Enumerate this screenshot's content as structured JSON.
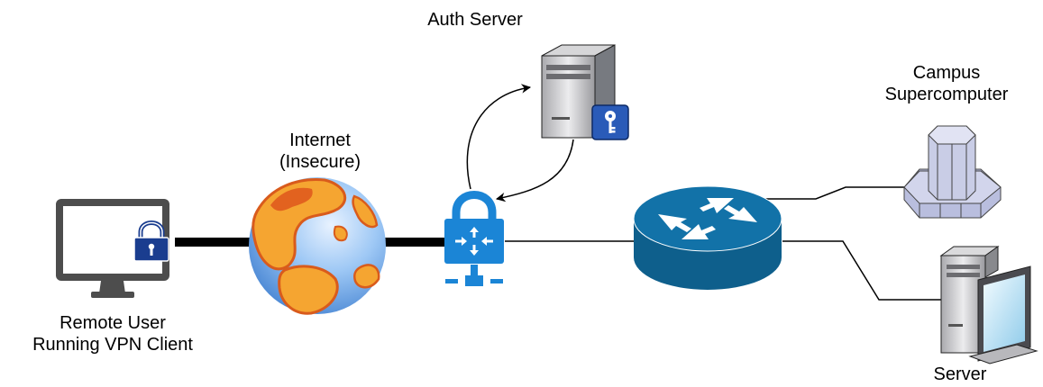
{
  "labels": {
    "auth_server": "Auth Server",
    "internet_line1": "Internet",
    "internet_line2": "(Insecure)",
    "campus_line1": "Campus",
    "campus_line2": "Supercomputer",
    "remote_line1": "Remote User",
    "remote_line2": "Running VPN Client",
    "server": "Server"
  },
  "colors": {
    "vpn_blue": "#1b85d6",
    "router_blue": "#0e5f8c",
    "lock_blue": "#1a3d8f",
    "monitor_gray": "#4d4d4d",
    "tunnel_black": "#000000",
    "supercomputer_fill": "#c9cde6"
  },
  "icons": [
    "monitor-icon",
    "lock-icon",
    "globe-icon",
    "server-tower-icon",
    "key-icon",
    "vpn-gateway-icon",
    "router-icon",
    "supercomputer-icon",
    "workstation-icon"
  ]
}
